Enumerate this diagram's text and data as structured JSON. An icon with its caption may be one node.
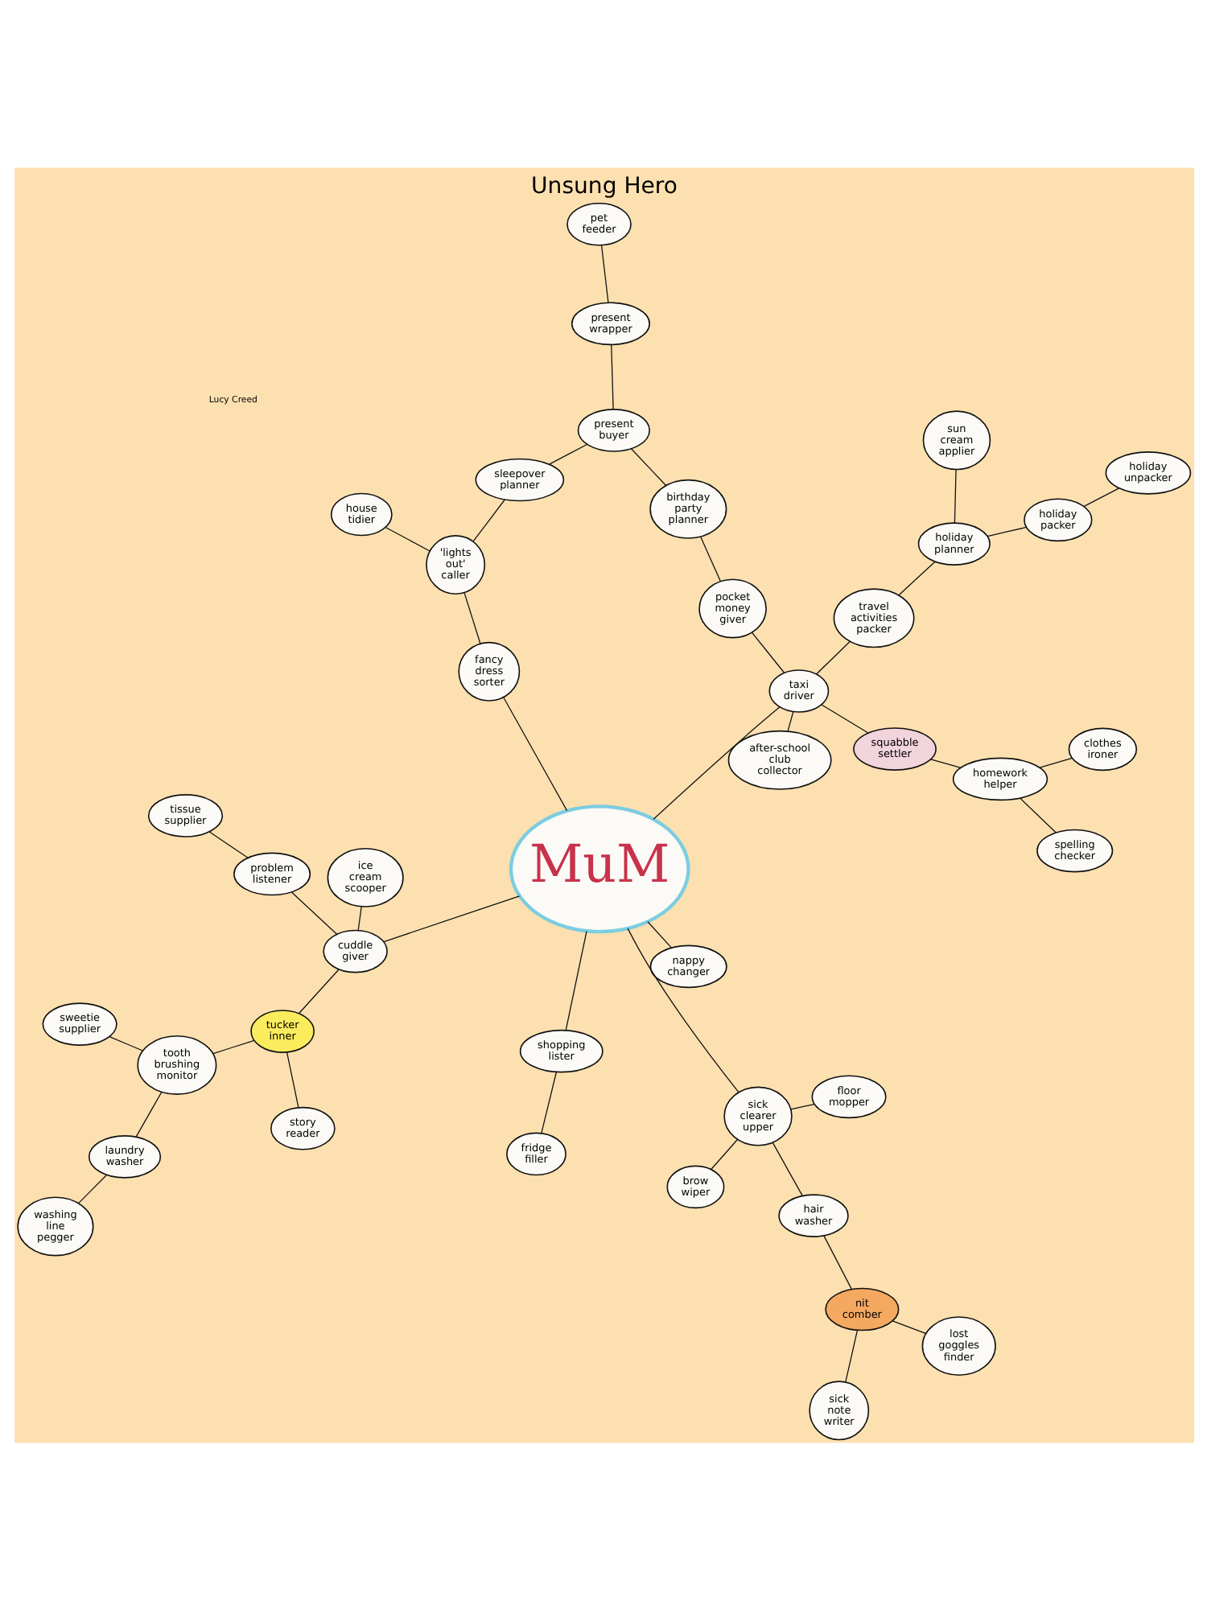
{
  "diagram": {
    "title": "Unsung Hero",
    "nodes": [
      {
        "text": [
          "MuM"
        ]
      },
      {
        "text": [
          "washing line pegger"
        ]
      },
      {
        "text": [
          "laundry washer"
        ]
      },
      {
        "text": [
          "tooth brushing monitor"
        ]
      },
      {
        "text": [
          "story reader"
        ]
      },
      {
        "text": [
          "fridge filler"
        ]
      },
      {
        "text": [
          "shopping lister"
        ]
      },
      {
        "text": [
          "sick note writer"
        ]
      },
      {
        "text": [
          "nit comber"
        ]
      },
      {
        "text": [
          "hair washer"
        ]
      },
      {
        "text": [
          "tucker inner"
        ]
      },
      {
        "text": [
          "sweetie supplier"
        ]
      },
      {
        "text": [
          "lost goggles finder"
        ]
      },
      {
        "text": [
          "sick clearer upper"
        ]
      },
      {
        "text": [
          "cuddle giver"
        ]
      },
      {
        "text": [
          "brow wiper"
        ]
      },
      {
        "text": [
          "floor mopper"
        ]
      },
      {
        "text": [
          "ice cream scooper"
        ]
      },
      {
        "text": [
          "problem listener"
        ]
      },
      {
        "text": [
          "fancy dress sorter"
        ]
      },
      {
        "text": [
          "'lights out' caller"
        ]
      },
      {
        "text": [
          "tissue supplier"
        ]
      },
      {
        "text": [
          "house tidier"
        ]
      },
      {
        "text": [
          "nappy changer"
        ]
      },
      {
        "text": [
          "spelling checker"
        ]
      },
      {
        "text": [
          "taxi driver"
        ]
      },
      {
        "text": [
          "after-school club collector"
        ]
      },
      {
        "text": [
          "sleepover planner"
        ]
      },
      {
        "text": [
          "squabble settler"
        ]
      },
      {
        "text": [
          "pocket money giver"
        ]
      },
      {
        "text": [
          "present buyer"
        ]
      },
      {
        "text": [
          "clothes ironer"
        ]
      },
      {
        "text": [
          "homework helper"
        ]
      },
      {
        "text": [
          "travel activities packer"
        ]
      },
      {
        "text": [
          "birthday party planner"
        ]
      },
      {
        "text": [
          "holiday unpacker"
        ]
      },
      {
        "text": [
          "holiday packer"
        ]
      },
      {
        "text": [
          "holiday planner"
        ]
      },
      {
        "text": [
          "sun cream applier"
        ]
      },
      {
        "text": [
          "present wrapper"
        ]
      },
      {
        "text": [
          "pet feeder"
        ]
      }
    ],
    "edges": [
      {
        "from": 1,
        "to": 2,
        "arrow": "none"
      },
      {
        "from": 2,
        "to": 3,
        "arrow": "none"
      },
      {
        "from": 3,
        "to": 10,
        "arrow": "none"
      },
      {
        "from": 3,
        "to": 11,
        "arrow": "none"
      },
      {
        "from": 4,
        "to": 10,
        "arrow": "none"
      },
      {
        "from": 10,
        "to": 14,
        "arrow": "none"
      },
      {
        "from": 5,
        "to": 6,
        "arrow": "none"
      },
      {
        "from": 6,
        "to": 0,
        "arrow": "none"
      },
      {
        "from": 7,
        "to": 8,
        "arrow": "none"
      },
      {
        "from": 9,
        "to": 8,
        "arrow": "none"
      },
      {
        "from": 8,
        "to": 12,
        "arrow": "none"
      },
      {
        "from": 9,
        "to": 13,
        "arrow": "none"
      },
      {
        "from": 13,
        "to": 0,
        "arrow": "none"
      },
      {
        "from": 13,
        "to": 15,
        "arrow": "none"
      },
      {
        "from": 13,
        "to": 16,
        "arrow": "none"
      },
      {
        "from": 14,
        "to": 0,
        "arrow": "none"
      },
      {
        "from": 14,
        "to": 17,
        "arrow": "none"
      },
      {
        "from": 14,
        "to": 18,
        "arrow": "none"
      },
      {
        "from": 18,
        "to": 21,
        "arrow": "none"
      },
      {
        "from": 0,
        "to": 19,
        "arrow": "none"
      },
      {
        "from": 19,
        "to": 20,
        "arrow": "none"
      },
      {
        "from": 20,
        "to": 22,
        "arrow": "none"
      },
      {
        "from": 20,
        "to": 27,
        "arrow": "none"
      },
      {
        "from": 0,
        "to": 23,
        "arrow": "none"
      },
      {
        "from": 0,
        "to": 25,
        "arrow": "none"
      },
      {
        "from": 24,
        "to": 32,
        "arrow": "none"
      },
      {
        "from": 28,
        "to": 25,
        "arrow": "none"
      },
      {
        "from": 25,
        "to": 26,
        "arrow": "none"
      },
      {
        "from": 25,
        "to": 29,
        "arrow": "none"
      },
      {
        "from": 25,
        "to": 33,
        "arrow": "none"
      },
      {
        "from": 27,
        "to": 30,
        "arrow": "none"
      },
      {
        "from": 28,
        "to": 32,
        "arrow": "none"
      },
      {
        "from": 31,
        "to": 32,
        "arrow": "none"
      },
      {
        "from": 29,
        "to": 34,
        "arrow": "none"
      },
      {
        "from": 34,
        "to": 30,
        "arrow": "none"
      },
      {
        "from": 30,
        "to": 39,
        "arrow": "none"
      },
      {
        "from": 33,
        "to": 37,
        "arrow": "none"
      },
      {
        "from": 35,
        "to": 36,
        "arrow": "none"
      },
      {
        "from": 36,
        "to": 37,
        "arrow": "none"
      },
      {
        "from": 37,
        "to": 38,
        "arrow": "none"
      },
      {
        "from": 39,
        "to": 40,
        "arrow": "none"
      }
    ],
    "labels": [
      "Lucy Creed"
    ]
  }
}
